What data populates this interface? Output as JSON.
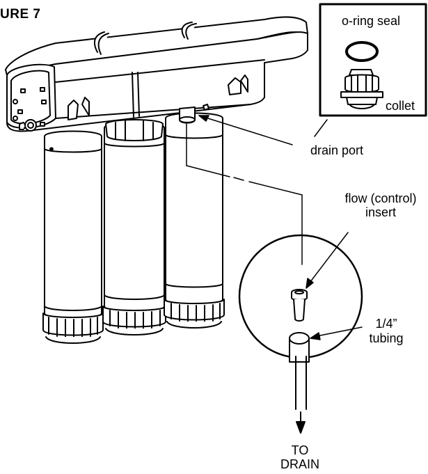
{
  "figure_label": "URE 7",
  "labels": {
    "oring": "o-ring seal",
    "collet": "collet",
    "drain_port": "drain port",
    "flow_line1": "flow (control)",
    "flow_line2": "insert",
    "tubing_line1": "1/4”",
    "tubing_line2": "tubing",
    "to": "TO",
    "drain": "DRAIN"
  },
  "colors": {
    "line": "#000000",
    "background": "#ffffff"
  }
}
